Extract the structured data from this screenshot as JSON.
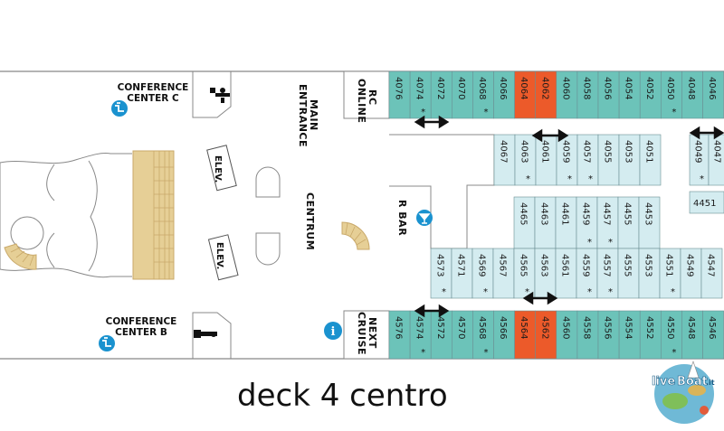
{
  "title": "deck 4 centro",
  "colors": {
    "teal": "#6cc3b9",
    "light_blue": "#d4ecf0",
    "orange": "#ec5a2a",
    "tan": "#e6cf96",
    "tan_line": "#c9a96a",
    "hull_line": "#888888",
    "info_blue": "#1a92cf"
  },
  "labels": {
    "conference_c": [
      "CONFERENCE",
      "CENTER C"
    ],
    "conference_b": [
      "CONFERENCE",
      "CENTER B"
    ],
    "main_entrance": [
      "MAIN",
      "ENTRANCE"
    ],
    "rc_online": [
      "RC",
      "ONLINE"
    ],
    "next_cruise": [
      "NEXT",
      "CRUISE"
    ],
    "centrum": "CENTRUM",
    "r_bar": "R BAR",
    "elevator": "ELEV."
  },
  "icons": {
    "cocktail": "cocktail-icon",
    "info": "info-icon",
    "info_letter": "i",
    "accessible": "accessible-icon",
    "restroom_women": "women-restroom-icon",
    "restroom_men": "men-restroom-icon"
  },
  "cabins": {
    "top_row": [
      {
        "n": "4076",
        "c": "teal"
      },
      {
        "n": "4074",
        "c": "teal",
        "s": true
      },
      {
        "n": "4072",
        "c": "teal"
      },
      {
        "n": "4070",
        "c": "teal"
      },
      {
        "n": "4068",
        "c": "teal",
        "s": true
      },
      {
        "n": "4066",
        "c": "teal"
      },
      {
        "n": "4064",
        "c": "orange"
      },
      {
        "n": "4062",
        "c": "orange"
      },
      {
        "n": "4060",
        "c": "teal"
      },
      {
        "n": "4058",
        "c": "teal"
      },
      {
        "n": "4056",
        "c": "teal"
      },
      {
        "n": "4054",
        "c": "teal"
      },
      {
        "n": "4052",
        "c": "teal"
      },
      {
        "n": "4050",
        "c": "teal",
        "s": true
      },
      {
        "n": "4048",
        "c": "teal"
      },
      {
        "n": "4046",
        "c": "teal"
      }
    ],
    "upper_inner": [
      {
        "n": "4067"
      },
      {
        "n": "4063",
        "s": true
      },
      {
        "n": "4061"
      },
      {
        "n": "4059",
        "s": true
      },
      {
        "n": "4057",
        "s": true
      },
      {
        "n": "4055"
      },
      {
        "n": "4053"
      },
      {
        "n": "4051"
      }
    ],
    "upper_right": [
      {
        "n": "4049",
        "s": true
      },
      {
        "n": "4047"
      }
    ],
    "side_cabin": "4451",
    "middle_row": [
      {
        "n": "4465"
      },
      {
        "n": "4463"
      },
      {
        "n": "4461"
      },
      {
        "n": "4459",
        "s": true
      },
      {
        "n": "4457",
        "s": true
      },
      {
        "n": "4455"
      },
      {
        "n": "4453"
      }
    ],
    "lower_inner": [
      {
        "n": "4573",
        "s": true
      },
      {
        "n": "4571"
      },
      {
        "n": "4569",
        "s": true
      },
      {
        "n": "4567"
      },
      {
        "n": "4565",
        "s": true
      },
      {
        "n": "4563"
      },
      {
        "n": "4561"
      },
      {
        "n": "4559",
        "s": true
      },
      {
        "n": "4557",
        "s": true
      },
      {
        "n": "4555"
      },
      {
        "n": "4553"
      },
      {
        "n": "4551",
        "s": true
      },
      {
        "n": "4549"
      },
      {
        "n": "4547"
      }
    ],
    "bottom_row": [
      {
        "n": "4576",
        "c": "teal"
      },
      {
        "n": "4574",
        "c": "teal",
        "s": true
      },
      {
        "n": "4572",
        "c": "teal"
      },
      {
        "n": "4570",
        "c": "teal"
      },
      {
        "n": "4568",
        "c": "teal",
        "s": true
      },
      {
        "n": "4566",
        "c": "teal"
      },
      {
        "n": "4564",
        "c": "orange"
      },
      {
        "n": "4562",
        "c": "orange"
      },
      {
        "n": "4560",
        "c": "teal"
      },
      {
        "n": "4558",
        "c": "teal"
      },
      {
        "n": "4556",
        "c": "teal"
      },
      {
        "n": "4554",
        "c": "teal"
      },
      {
        "n": "4552",
        "c": "teal"
      },
      {
        "n": "4550",
        "c": "teal",
        "s": true
      },
      {
        "n": "4548",
        "c": "teal"
      },
      {
        "n": "4546",
        "c": "teal"
      }
    ],
    "star_symbol": "*"
  },
  "logo": {
    "text_live": "live",
    "text_boat": "Boat",
    "text_domain": ".it"
  }
}
